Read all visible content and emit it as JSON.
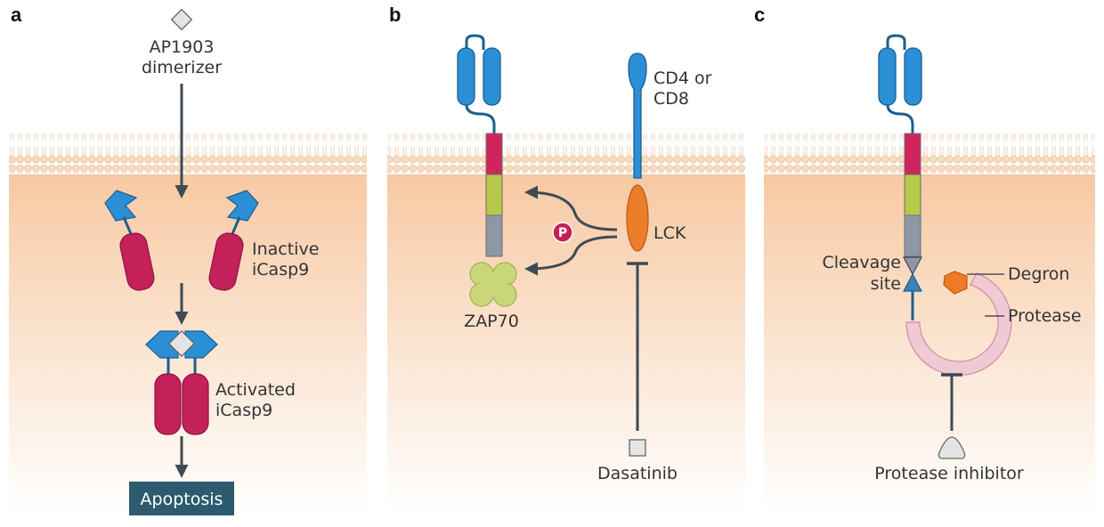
{
  "panels": {
    "a": {
      "letter": "a",
      "dimerizer": [
        "AP1903",
        "dimerizer"
      ],
      "inactive": [
        "Inactive",
        "iCasp9"
      ],
      "activated": [
        "Activated",
        "iCasp9"
      ],
      "apoptosis": "Apoptosis"
    },
    "b": {
      "letter": "b",
      "coreceptor": [
        "CD4 or",
        "CD8"
      ],
      "lck": "LCK",
      "phospho": "P",
      "zap70": "ZAP70",
      "drug": "Dasatinib"
    },
    "c": {
      "letter": "c",
      "cleavage": [
        "Cleavage",
        "site"
      ],
      "degron": "Degron",
      "protease": "Protease",
      "inhibitor": "Protease inhibitor"
    }
  },
  "colors": {
    "membrane_head": "#f4d4b5",
    "cytoplasm_top": "#f7c9a3",
    "cytoplasm_bottom": "#ffffff",
    "blue": "#2b8fd6",
    "blue_dark": "#1d5f8c",
    "caspase": "#c4205a",
    "segment_pink": "#d0245d",
    "segment_lime": "#b6c94a",
    "segment_gray": "#8d97a6",
    "lck_orange": "#ec7d2a",
    "zap70": "#c9d77a",
    "protease_ring": "#f0c9d4",
    "degron_orange": "#ee7a25",
    "arrow": "#3e4b54",
    "apoptosis_box": "#2c5b6e"
  }
}
